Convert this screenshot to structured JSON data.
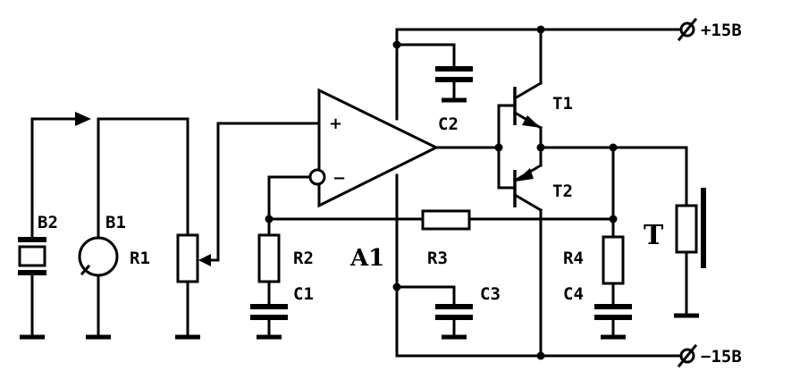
{
  "labels": {
    "b2": "B2",
    "b1": "B1",
    "r1": "R1",
    "r2": "R2",
    "c1": "C1",
    "a1": "A1",
    "r3": "R3",
    "c2": "C2",
    "c3": "C3",
    "t1": "T1",
    "t2": "T2",
    "r4": "R4",
    "c4": "C4",
    "t": "T",
    "vplus": "+15В",
    "vminus": "−15В",
    "opamp_plus": "+",
    "opamp_minus": "−"
  }
}
